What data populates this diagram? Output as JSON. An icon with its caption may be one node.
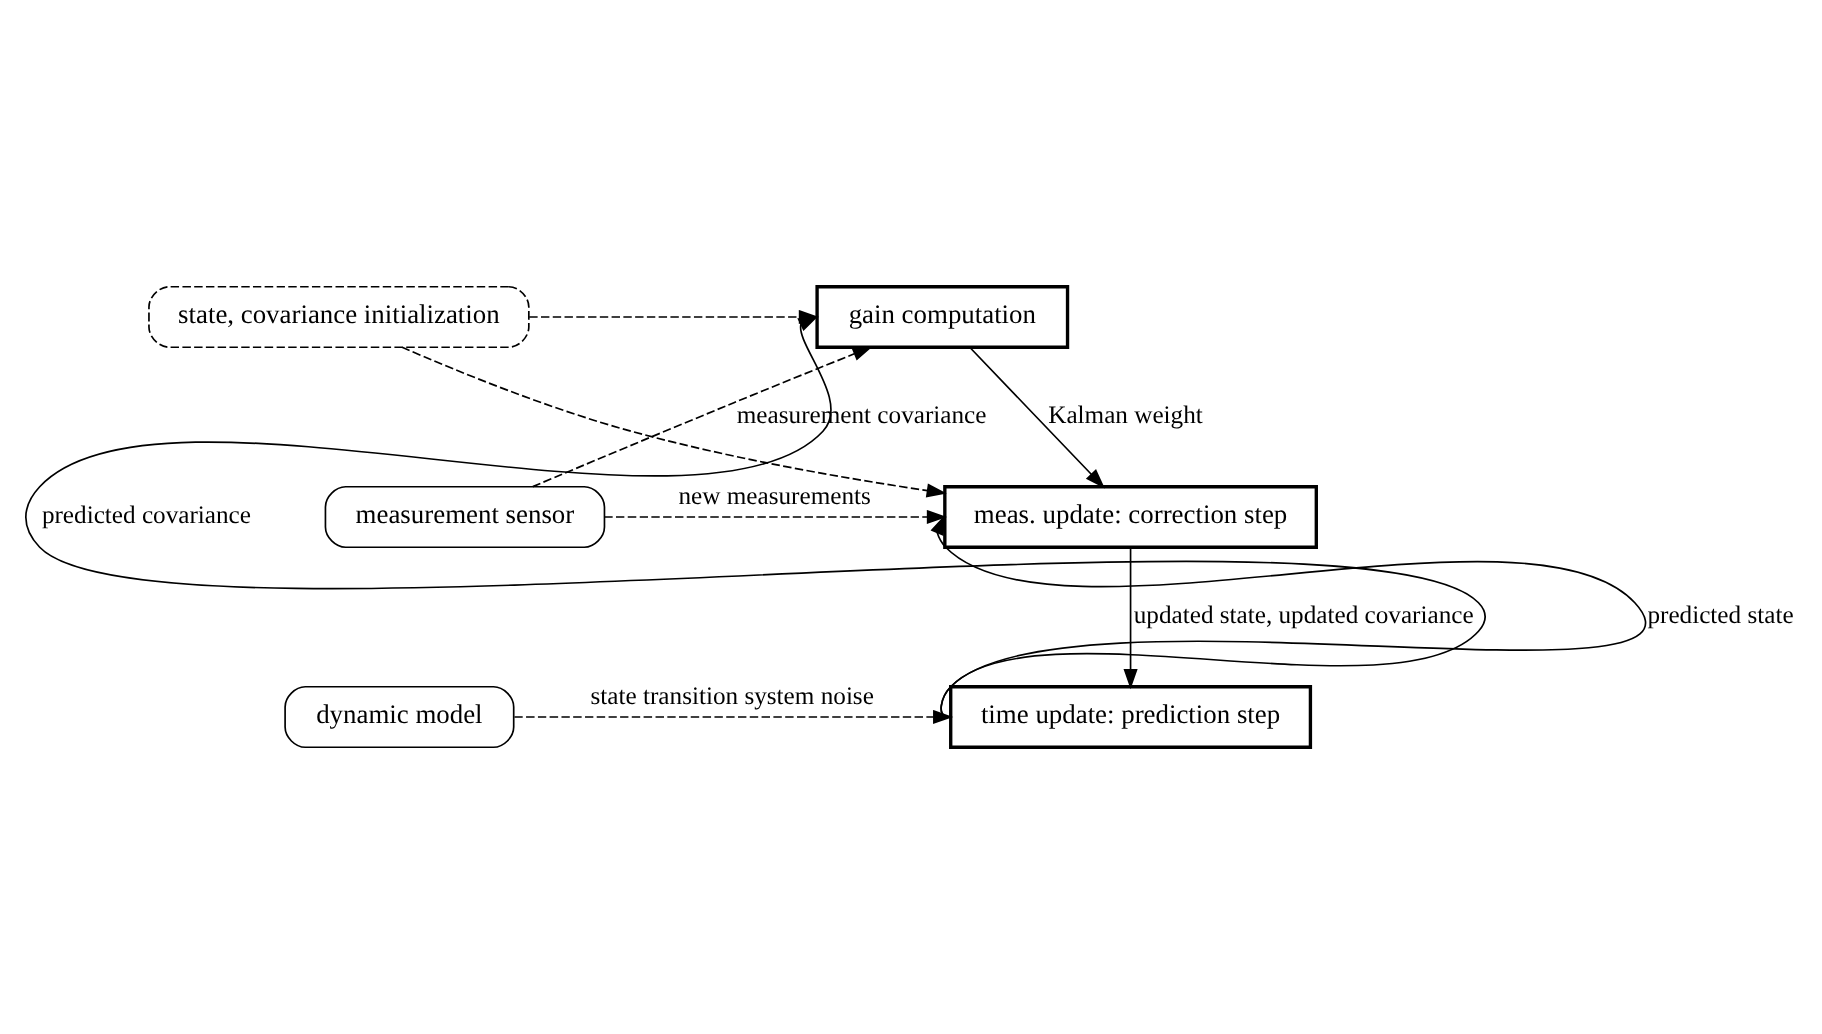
{
  "diagram": {
    "nodes": [
      {
        "text": [
          "gain computation"
        ]
      },
      {
        "text": [
          "state, covariance initialization"
        ]
      },
      {
        "text": [
          "meas. update: correction step"
        ]
      },
      {
        "text": [
          "measurement sensor"
        ]
      },
      {
        "text": [
          "time update: prediction step"
        ]
      },
      {
        "text": [
          "dynamic model"
        ]
      }
    ],
    "edges": [
      {
        "from": 4,
        "to": 0,
        "arrow": "to",
        "label": "predicted covariance"
      },
      {
        "from": 3,
        "to": 0,
        "arrow": "to",
        "label": "measurement covariance",
        "style": "dashed"
      },
      {
        "from": 1,
        "to": 0,
        "arrow": "to",
        "style": "dashed"
      },
      {
        "from": 4,
        "to": 2,
        "arrow": "to",
        "label": "predicted state"
      },
      {
        "from": 0,
        "to": 2,
        "arrow": "to",
        "label": "Kalman weight"
      },
      {
        "from": 1,
        "to": 2,
        "arrow": "to",
        "style": "dashed"
      },
      {
        "from": 3,
        "to": 2,
        "arrow": "to",
        "label": "new measurements",
        "style": "dashed"
      },
      {
        "from": 2,
        "to": 4,
        "arrow": "to",
        "label": "updated state, updated covariance"
      },
      {
        "from": 5,
        "to": 4,
        "arrow": "to",
        "label": "state transition system noise",
        "style": "dashed"
      }
    ]
  }
}
